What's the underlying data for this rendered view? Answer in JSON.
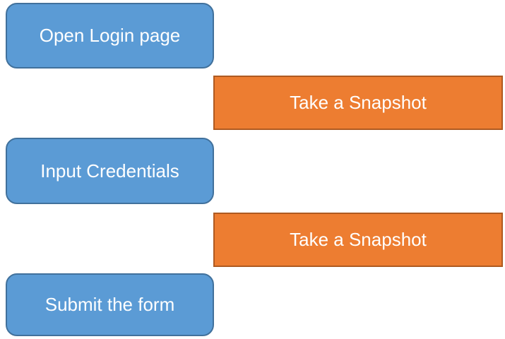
{
  "diagram": {
    "type": "flowchart",
    "nodes": [
      {
        "id": "node-1",
        "label": "Open Login page",
        "shape": "rounded-rectangle",
        "column": "left",
        "order": 1
      },
      {
        "id": "node-2",
        "label": "Take a Snapshot",
        "shape": "rectangle",
        "column": "right",
        "order": 2
      },
      {
        "id": "node-3",
        "label": "Input Credentials",
        "shape": "rounded-rectangle",
        "column": "left",
        "order": 3
      },
      {
        "id": "node-4",
        "label": "Take a Snapshot",
        "shape": "rectangle",
        "column": "right",
        "order": 4
      },
      {
        "id": "node-5",
        "label": "Submit the form",
        "shape": "rounded-rectangle",
        "column": "left",
        "order": 5
      }
    ],
    "colors": {
      "step_fill": "#5B9BD5",
      "step_border": "#41719C",
      "snapshot_fill": "#ED7D31",
      "snapshot_border": "#AE5A21",
      "text": "#FFFFFF",
      "background": "#FFFFFF"
    }
  }
}
